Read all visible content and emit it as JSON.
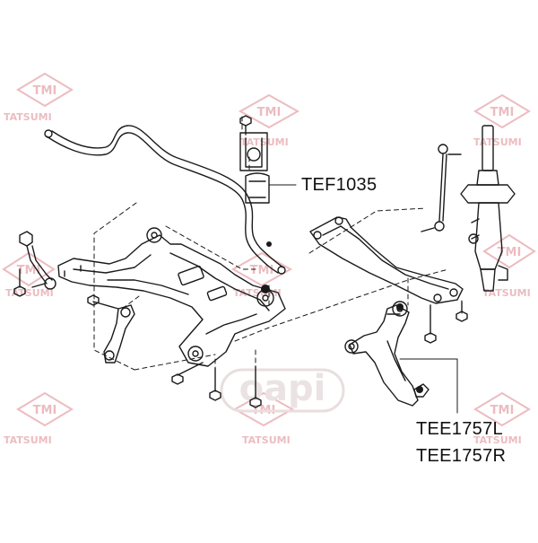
{
  "watermark": {
    "badge": "TMI",
    "brand": "TATSUMI",
    "oapi": "oapi",
    "color": "#e8b4b8"
  },
  "callouts": {
    "stabilizer_bushing": "TEF1035",
    "lower_arm_left": "TEE1757L",
    "lower_arm_right": "TEE1757R"
  },
  "line_color": "#1a1a1a"
}
